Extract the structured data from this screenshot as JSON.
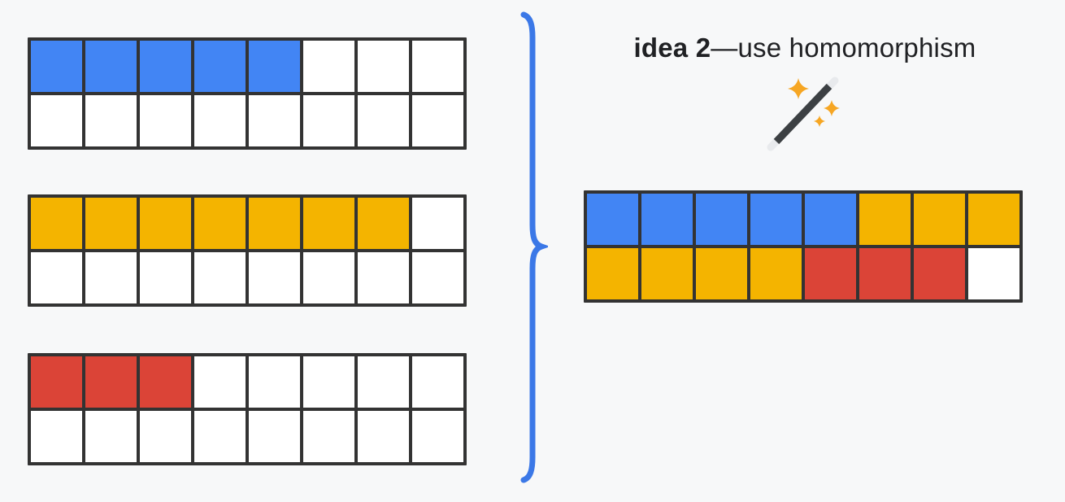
{
  "title": {
    "bold": "idea 2",
    "rest": "—use homomorphism"
  },
  "icons": {
    "wand": "magic-wand-with-sparkles",
    "brace": "right-curly-brace"
  },
  "colors": {
    "background": "#F7F8F9",
    "grid_border": "#333333",
    "blue": "#4285F4",
    "yellow": "#F4B400",
    "red": "#DB4437",
    "white": "#FFFFFF",
    "brace": "#3B78E7",
    "title_text": "#202124",
    "wand_body": "#3C4043",
    "wand_tip": "#E8EAED",
    "sparkle": "#F6A623"
  },
  "grids": {
    "blue_operand": {
      "label": "blue operand: 5 filled cells of 16",
      "rows": [
        [
          "blue",
          "blue",
          "blue",
          "blue",
          "blue",
          "white",
          "white",
          "white"
        ],
        [
          "white",
          "white",
          "white",
          "white",
          "white",
          "white",
          "white",
          "white"
        ]
      ]
    },
    "yellow_operand": {
      "label": "yellow operand: 7 filled cells of 16",
      "rows": [
        [
          "yellow",
          "yellow",
          "yellow",
          "yellow",
          "yellow",
          "yellow",
          "yellow",
          "white"
        ],
        [
          "white",
          "white",
          "white",
          "white",
          "white",
          "white",
          "white",
          "white"
        ]
      ]
    },
    "red_operand": {
      "label": "red operand: 3 filled cells of 16",
      "rows": [
        [
          "red",
          "red",
          "red",
          "white",
          "white",
          "white",
          "white",
          "white"
        ],
        [
          "white",
          "white",
          "white",
          "white",
          "white",
          "white",
          "white",
          "white"
        ]
      ]
    },
    "result": {
      "label": "combined result: 15 filled cells of 16",
      "rows": [
        [
          "blue",
          "blue",
          "blue",
          "blue",
          "blue",
          "yellow",
          "yellow",
          "yellow"
        ],
        [
          "yellow",
          "yellow",
          "yellow",
          "yellow",
          "red",
          "red",
          "red",
          "white"
        ]
      ]
    }
  }
}
